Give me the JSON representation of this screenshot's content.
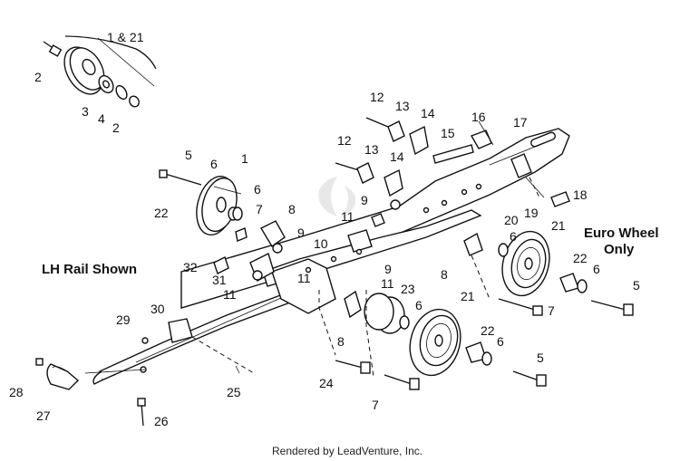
{
  "diagram": {
    "side_caption": "LH Rail Shown",
    "euro_caption_line1": "Euro Wheel",
    "euro_caption_line2": "Only",
    "footer": "Rendered by LeadVenture, Inc.",
    "labels": {
      "l_1_21": "1 & 21",
      "l_2a": "2",
      "l_2b": "2",
      "l_3": "3",
      "l_4": "4",
      "l_5a": "5",
      "l_5b": "5",
      "l_5c": "5",
      "l_6a": "6",
      "l_6b": "6",
      "l_6c": "6",
      "l_6d": "6",
      "l_6e": "6",
      "l_6f": "6",
      "l_7a": "7",
      "l_7b": "7",
      "l_7c": "7",
      "l_8a": "8",
      "l_8b": "8",
      "l_8c": "8",
      "l_9a": "9",
      "l_9b": "9",
      "l_9c": "9",
      "l_10": "10",
      "l_11a": "11",
      "l_11b": "11",
      "l_11c": "11",
      "l_11d": "11",
      "l_12a": "12",
      "l_12b": "12",
      "l_13a": "13",
      "l_13b": "13",
      "l_14a": "14",
      "l_14b": "14",
      "l_15": "15",
      "l_16": "16",
      "l_17": "17",
      "l_18": "18",
      "l_19": "19",
      "l_20": "20",
      "l_21a": "21",
      "l_21b": "21",
      "l_22a": "22",
      "l_22b": "22",
      "l_22c": "22",
      "l_23": "23",
      "l_24": "24",
      "l_25": "25",
      "l_26": "26",
      "l_27": "27",
      "l_28": "28",
      "l_29": "29",
      "l_30": "30",
      "l_31": "31",
      "l_32": "32",
      "l_1": "1"
    }
  }
}
